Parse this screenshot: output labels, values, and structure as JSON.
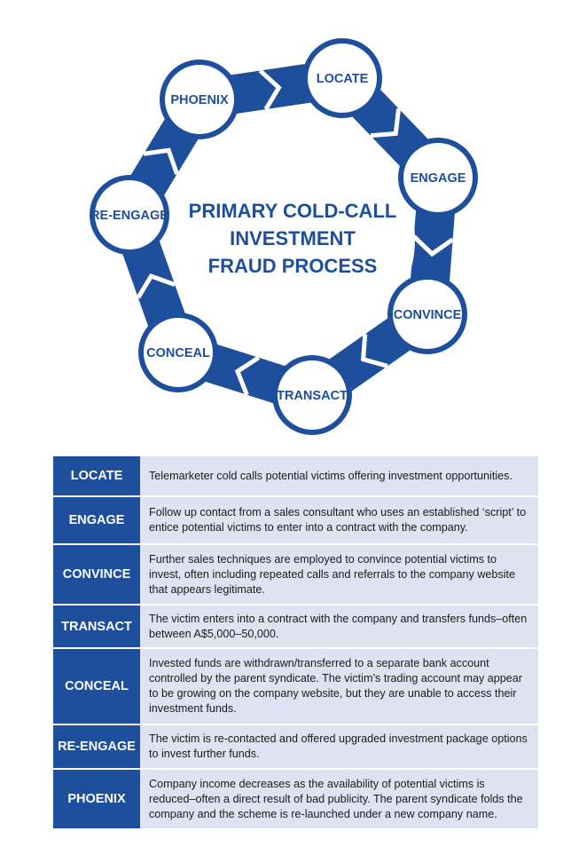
{
  "title_lines": [
    "PRIMARY COLD-CALL",
    "INVESTMENT",
    "FRAUD PROCESS"
  ],
  "stages": [
    {
      "name": "LOCATE",
      "description": "Telemarketer cold calls potential victims offering investment opportunities."
    },
    {
      "name": "ENGAGE",
      "description": "Follow up contact from a sales consultant who uses an established ‘script’ to entice potential victims to enter into a contract with the company."
    },
    {
      "name": "CONVINCE",
      "description": "Further sales techniques are employed to convince potential victims to invest, often including repeated calls and referrals to the company website that appears legitimate."
    },
    {
      "name": "TRANSACT",
      "description": "The victim enters into a contract with the company and transfers funds–often between A$5,000–50,000."
    },
    {
      "name": "CONCEAL",
      "description": "Invested funds are withdrawn/transferred to a separate bank account controlled by the parent syndicate. The victim’s trading account may appear to be growing on the company website, but they are unable to access their investment funds."
    },
    {
      "name": "RE-ENGAGE",
      "description": "The victim is re-contacted and offered upgraded investment package options to invest further funds."
    },
    {
      "name": "PHOENIX",
      "description": "Company income decreases as the availability of potential victims is reduced–often a direct result of bad publicity. The parent syndicate folds the company and the scheme is re-launched under a new company name."
    }
  ],
  "colors": {
    "primary": "#1d4f9c",
    "row_background": "#dde3f0",
    "text": "#1a1a1a"
  }
}
